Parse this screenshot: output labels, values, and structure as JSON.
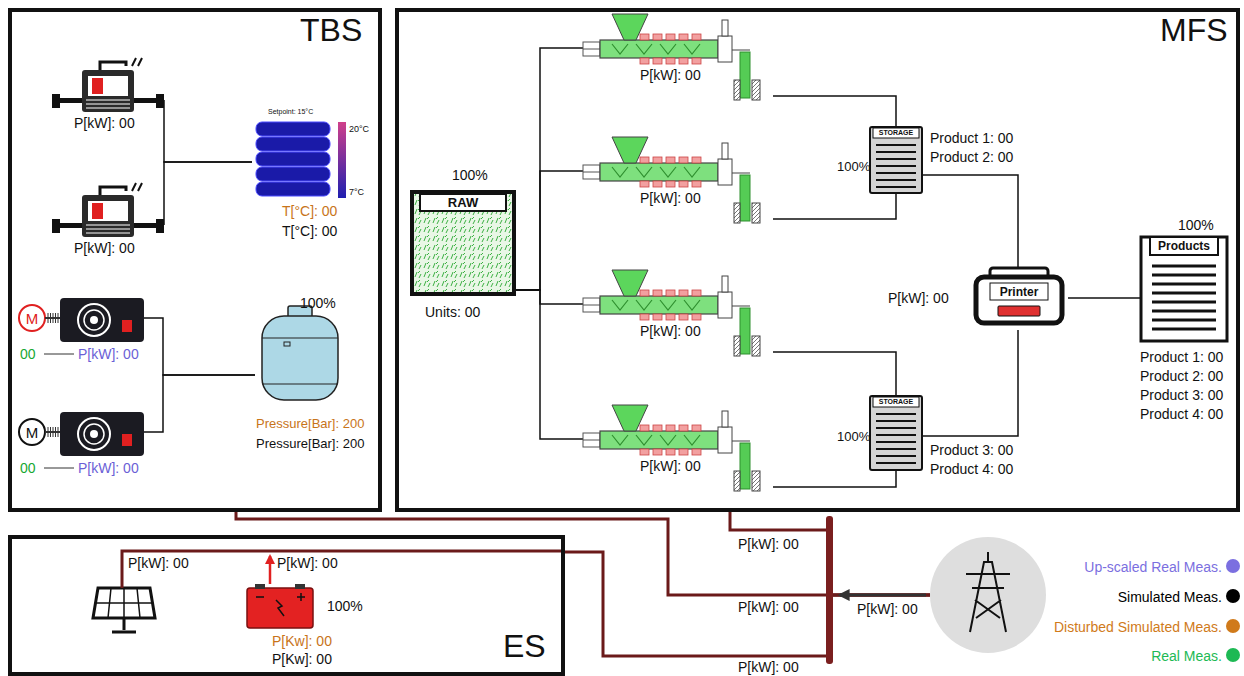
{
  "diagram": {
    "nodes": [
      {
        "text": [
          "TBS"
        ]
      },
      {
        "text": [
          "P[kW]: 00"
        ],
        "in": 0
      },
      {
        "text": [
          "P[kW]: 00"
        ],
        "in": 0
      },
      {
        "text": [
          "Setpoint: 15°C",
          "20°C",
          "7°C",
          "T[°C]: 00",
          "T[°C]: 00"
        ],
        "in": 0
      },
      {
        "text": [
          "M",
          "00",
          "P[kW]: 00"
        ],
        "in": 0
      },
      {
        "text": [
          "M",
          "00",
          "P[kW]: 00"
        ],
        "in": 0
      },
      {
        "text": [
          "100%",
          "Pressure[Bar]: 200",
          "Pressure[Bar]: 200"
        ],
        "in": 0
      },
      {
        "text": [
          "MFS"
        ]
      },
      {
        "text": [
          "100%",
          "RAW",
          "Units: 00"
        ],
        "in": 7
      },
      {
        "text": [
          "P[kW]: 00"
        ],
        "in": 7
      },
      {
        "text": [
          "P[kW]: 00"
        ],
        "in": 7
      },
      {
        "text": [
          "STORAGE",
          "100%",
          "Product 1: 00",
          "Product 2: 00"
        ],
        "in": 7
      },
      {
        "text": [
          "P[kW]: 00"
        ],
        "in": 7
      },
      {
        "text": [
          "P[kW]: 00"
        ],
        "in": 7
      },
      {
        "text": [
          "STORAGE",
          "100%",
          "Product 3: 00",
          "Product 4: 00"
        ],
        "in": 7
      },
      {
        "text": [
          "P[kW]: 00",
          "Printer"
        ],
        "in": 7
      },
      {
        "text": [
          "100%",
          "Products",
          "Product 1: 00",
          "Product 2: 00",
          "Product 3: 00",
          "Product 4: 00"
        ],
        "in": 7
      },
      {
        "text": [
          "ES"
        ]
      },
      {
        "text": [
          "P[kW]: 00"
        ],
        "in": 17
      },
      {
        "text": [
          "P[kW]: 00",
          "100%",
          "P[Kw]: 00",
          "P[Kw]: 00"
        ],
        "in": 17
      },
      {
        "text": [
          "P[kW]: 00"
        ]
      }
    ],
    "edges": [
      {
        "from": 1,
        "to": 3,
        "arrow": "none"
      },
      {
        "from": 2,
        "to": 3,
        "arrow": "none"
      },
      {
        "from": 4,
        "to": 6,
        "arrow": "none"
      },
      {
        "from": 5,
        "to": 6,
        "arrow": "none"
      },
      {
        "from": 8,
        "to": 9,
        "arrow": "none"
      },
      {
        "from": 8,
        "to": 10,
        "arrow": "none"
      },
      {
        "from": 8,
        "to": 12,
        "arrow": "none"
      },
      {
        "from": 8,
        "to": 13,
        "arrow": "none"
      },
      {
        "from": 9,
        "to": 11,
        "arrow": "none"
      },
      {
        "from": 10,
        "to": 11,
        "arrow": "none"
      },
      {
        "from": 12,
        "to": 14,
        "arrow": "none"
      },
      {
        "from": 13,
        "to": 14,
        "arrow": "none"
      },
      {
        "from": 11,
        "to": 15,
        "arrow": "none"
      },
      {
        "from": 14,
        "to": 15,
        "arrow": "none"
      },
      {
        "from": 15,
        "to": 16,
        "arrow": "none"
      },
      {
        "from": 7,
        "to": 20,
        "label": "P[kW]: 00",
        "arrow": "none"
      },
      {
        "from": 0,
        "to": 20,
        "label": "P[kW]: 00",
        "arrow": "none"
      },
      {
        "from": 17,
        "to": 20,
        "label": "P[kW]: 00",
        "arrow": "none"
      }
    ],
    "legend": [
      {
        "text": "Up-scaled Real Meas.",
        "color": "#7b6fe0"
      },
      {
        "text": "Simulated Meas.",
        "color": "#000000"
      },
      {
        "text": "Disturbed Simulated Meas.",
        "color": "#d07a1a"
      },
      {
        "text": "Real Meas.",
        "color": "#1db954"
      }
    ]
  }
}
